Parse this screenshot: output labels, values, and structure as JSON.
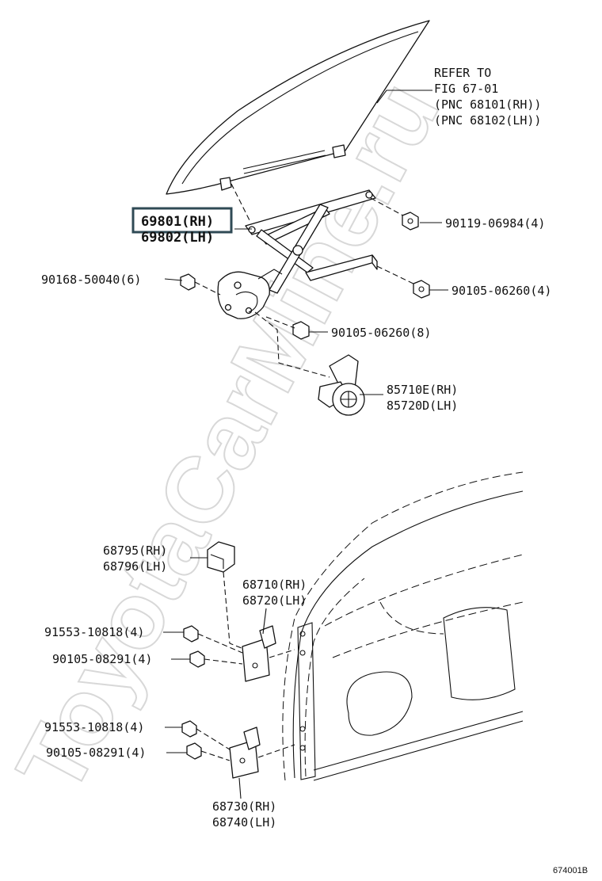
{
  "watermark": "ToyotaCarMine.ru",
  "figure_code": "674001B",
  "refer_note": [
    "REFER TO",
    "FIG 67-01",
    "(PNC 68101(RH))",
    "(PNC 68102(LH))"
  ],
  "highlighted_part": {
    "rh": "69801(RH)",
    "lh": "69802(LH)"
  },
  "parts": {
    "bolt_90119": "90119-06984(4)",
    "bolt_90168": "90168-50040(6)",
    "bolt_90105_regulator": "90105-06260(4)",
    "bolt_90105_motor": "90105-06260(8)",
    "motor_rh": "85710E(RH)",
    "motor_lh": "85720D(LH)",
    "cover_rh": "68795(RH)",
    "cover_lh": "68796(LH)",
    "upper_hinge_rh": "68710(RH)",
    "upper_hinge_lh": "68720(LH)",
    "bolt_91553_upper": "91553-10818(4)",
    "bolt_90105_upper": "90105-08291(4)",
    "bolt_91553_lower": "91553-10818(4)",
    "bolt_90105_lower": "90105-08291(4)",
    "lower_hinge_rh": "68730(RH)",
    "lower_hinge_lh": "68740(LH)"
  },
  "colors": {
    "highlight": "#2f4a55",
    "line": "#111111",
    "watermark": "#d8d8d8"
  }
}
